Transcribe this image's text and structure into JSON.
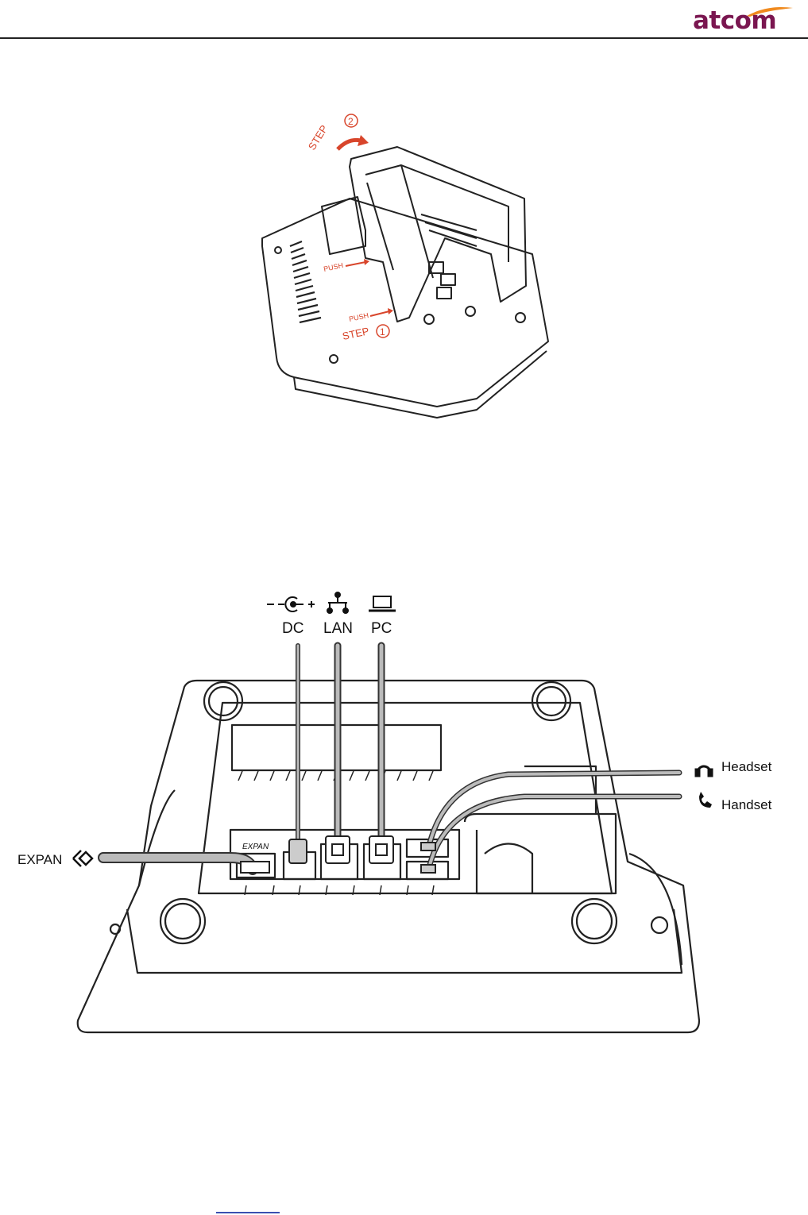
{
  "header": {
    "logo_text": "atcom",
    "brand_color": "#7a1650",
    "accent_color": "#f08a1e"
  },
  "figure_stand": {
    "step2_label": "STEP",
    "step2_num": "2",
    "step1_label": "STEP",
    "step1_num": "1",
    "push_upper": "PUSH",
    "push_lower": "PUSH",
    "accent_color": "#d8452b"
  },
  "figure_ports": {
    "top_ports": [
      {
        "icon": "dc-power-icon",
        "symbol": "– -⊖ +",
        "label": "DC"
      },
      {
        "icon": "network-icon",
        "label": "LAN"
      },
      {
        "icon": "laptop-icon",
        "label": "PC"
      }
    ],
    "right_ports": [
      {
        "icon": "headset-icon",
        "label": "Headset"
      },
      {
        "icon": "handset-icon",
        "label": "Handset"
      }
    ],
    "left_port": {
      "icon": "expan-icon",
      "label": "EXPAN"
    },
    "base_port_label": "EXPAN"
  },
  "footer": {
    "link_color": "#3a4fb0"
  }
}
